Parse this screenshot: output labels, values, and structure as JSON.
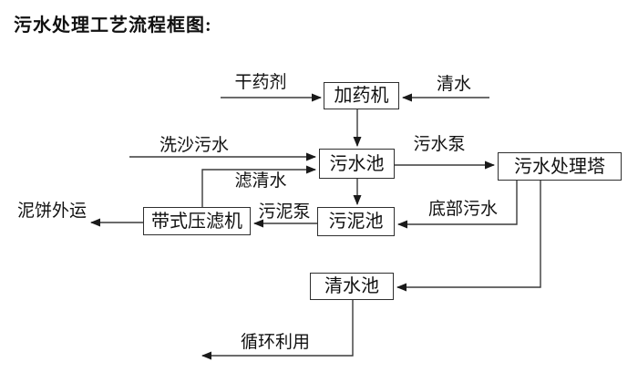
{
  "title": "污水处理工艺流程框图:",
  "nodes": {
    "dosing_machine": {
      "label": "加药机"
    },
    "sewage_pool": {
      "label": "污水池"
    },
    "treatment_tower": {
      "label": "污水处理塔"
    },
    "sludge_pool": {
      "label": "污泥池"
    },
    "belt_filter_press": {
      "label": "带式压滤机"
    },
    "clean_water_pool": {
      "label": "清水池"
    }
  },
  "edge_labels": {
    "dry_chemical": "干药剂",
    "clean_water": "清水",
    "sand_washing_sewage": "洗沙污水",
    "filtered_water": "滤清水",
    "sewage_pump": "污水泵",
    "sludge_pump": "污泥泵",
    "bottom_sewage": "底部污水",
    "mud_cake_out": "泥饼外运",
    "recycle": "循环利用"
  },
  "colors": {
    "line": "#3a3a3a",
    "arrow": "#1a1a1a",
    "box_border": "#2f2f2f",
    "text": "#111111",
    "background": "#ffffff"
  }
}
